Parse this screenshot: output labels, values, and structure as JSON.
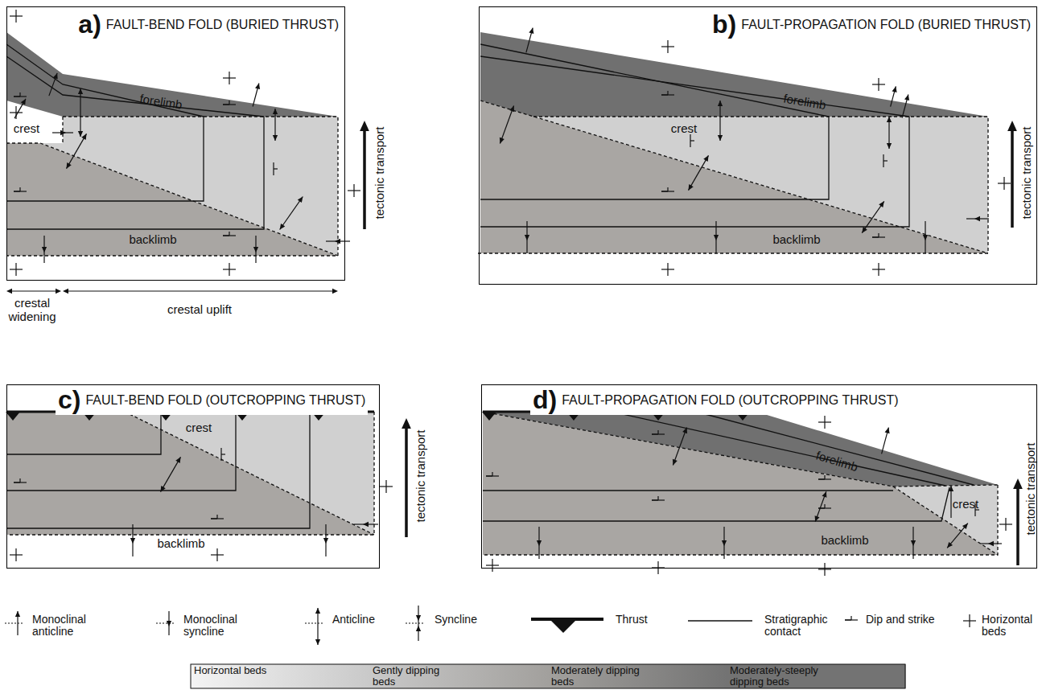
{
  "diagram": {
    "nodes": [
      {
        "text": [
          "a)",
          "FAULT-BEND FOLD (BURIED THRUST)"
        ]
      },
      {
        "text": [
          "b)",
          "FAULT-PROPAGATION FOLD (BURIED THRUST)"
        ]
      },
      {
        "text": [
          "c)",
          "FAULT-BEND FOLD (OUTCROPPING THRUST)"
        ]
      },
      {
        "text": [
          "d)",
          "FAULT-PROPAGATION FOLD (OUTCROPPING THRUST)"
        ]
      }
    ],
    "labels": [
      "forelimb",
      "crest",
      "backlimb",
      "tectonic transport",
      "crestal widening",
      "crestal uplift",
      "forelimb",
      "crest",
      "backlimb",
      "tectonic transport",
      "crest",
      "backlimb",
      "tectonic transport",
      "forelimb",
      "crest",
      "backlimb",
      "tectonic transport"
    ],
    "legend": [
      {
        "text": "Monoclinal anticline"
      },
      {
        "text": "Monoclinal syncline"
      },
      {
        "text": "Anticline"
      },
      {
        "text": "Syncline"
      },
      {
        "text": "Thrust"
      },
      {
        "text": "Stratigraphic contact"
      },
      {
        "text": "Dip and strike"
      },
      {
        "text": "Horizontal beds"
      },
      {
        "text": "Horizontal beds",
        "color": "#f4f4f4"
      },
      {
        "text": "Gently dipping beds",
        "color": "#c9c9c9"
      },
      {
        "text": "Moderately dipping beds",
        "color": "#a2a09d"
      },
      {
        "text": "Moderately-steeply dipping beds",
        "color": "#737373"
      }
    ]
  }
}
